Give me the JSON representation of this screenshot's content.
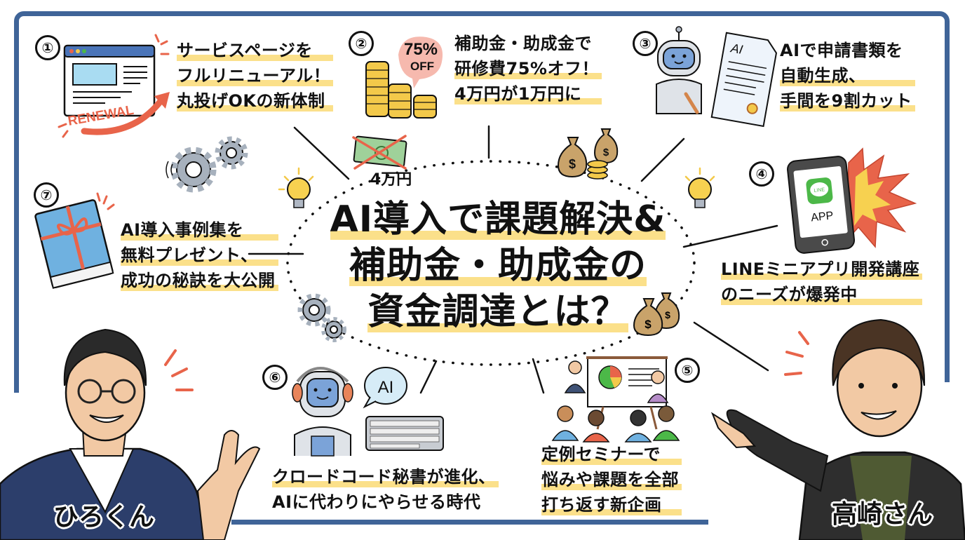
{
  "title": {
    "line1": "AI導入で課題解決&",
    "line2": "補助金・助成金の",
    "line3": "資金調達とは？"
  },
  "items": [
    {
      "number": "①",
      "lines": [
        "サービスページを",
        "フルリニューアル！",
        "丸投げOKの新体制"
      ],
      "icon": "browser-window-renewal-icon",
      "badge": "RENEWAL"
    },
    {
      "number": "②",
      "lines": [
        "補助金・助成金で",
        "研修費75%オフ！",
        "4万円が1万円に"
      ],
      "icon": "coin-stack-icon",
      "badge_line1": "75%",
      "badge_line2": "OFF"
    },
    {
      "number": "③",
      "lines": [
        "AIで申請書類を",
        "自動生成、",
        "手間を9割カット"
      ],
      "icon": "robot-document-icon",
      "doc_label": "AI"
    },
    {
      "number": "④",
      "lines": [
        "LINEミニアプリ開発講座",
        "のニーズが爆発中"
      ],
      "icon": "smartphone-line-app-icon",
      "app_badge": "LINE",
      "app_label": "APP"
    },
    {
      "number": "⑤",
      "lines": [
        "定例セミナーで",
        "悩みや課題を全部",
        "打ち返す新企画"
      ],
      "icon": "seminar-presentation-icon"
    },
    {
      "number": "⑥",
      "lines": [
        "クロードコード秘書が進化、",
        "AIに代わりにやらせる時代"
      ],
      "icon": "robot-headset-keyboard-icon",
      "bubble": "AI"
    },
    {
      "number": "⑦",
      "lines": [
        "AI導入事例集を",
        "無料プレゼント、",
        "成功の秘訣を大公開"
      ],
      "icon": "gift-book-icon"
    }
  ],
  "decor": {
    "crossed_money_label": "4万円"
  },
  "people": {
    "left": {
      "name": "ひろくん"
    },
    "right": {
      "name": "高崎さん"
    }
  },
  "colors": {
    "frame": "#3f6498",
    "highlight": "#fbe08a",
    "accent_red": "#e8644a",
    "gold": "#f3c94a",
    "line_green": "#4cb848"
  }
}
